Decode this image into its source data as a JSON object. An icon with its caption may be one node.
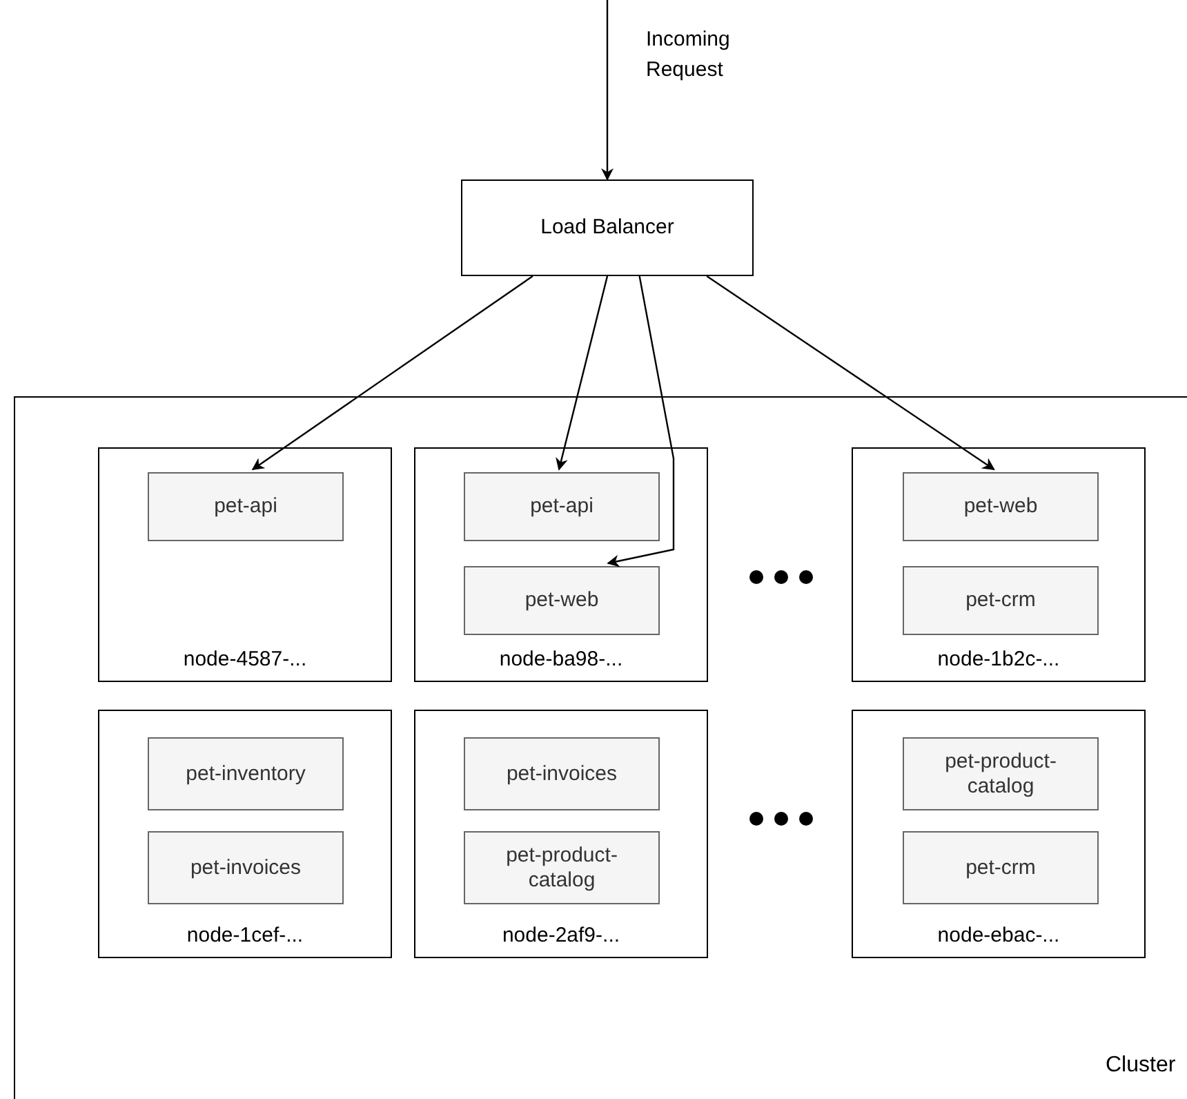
{
  "diagram": {
    "nodes": [
      {
        "text": [
          "Load Balancer"
        ]
      },
      {
        "text": [
          "Cluster"
        ]
      },
      {
        "text": [
          "node-4587-..."
        ],
        "in": 1
      },
      {
        "text": [
          "pet-api"
        ],
        "in": 2
      },
      {
        "text": [
          "node-ba98-..."
        ],
        "in": 1
      },
      {
        "text": [
          "pet-api"
        ],
        "in": 4
      },
      {
        "text": [
          "pet-web"
        ],
        "in": 4
      },
      {
        "text": [
          "node-1b2c-..."
        ],
        "in": 1
      },
      {
        "text": [
          "pet-web"
        ],
        "in": 7
      },
      {
        "text": [
          "pet-crm"
        ],
        "in": 7
      },
      {
        "text": [
          "node-1cef-..."
        ],
        "in": 1
      },
      {
        "text": [
          "pet-inventory"
        ],
        "in": 10
      },
      {
        "text": [
          "pet-invoices"
        ],
        "in": 10
      },
      {
        "text": [
          "node-2af9-..."
        ],
        "in": 1
      },
      {
        "text": [
          "pet-invoices"
        ],
        "in": 13
      },
      {
        "text": [
          "pet-product-catalog"
        ],
        "in": 13
      },
      {
        "text": [
          "node-ebac-..."
        ],
        "in": 1
      },
      {
        "text": [
          "pet-product-catalog"
        ],
        "in": 16
      },
      {
        "text": [
          "pet-crm"
        ],
        "in": 16
      }
    ],
    "edges": [
      {
        "from": null,
        "to": 0,
        "arrow": "to",
        "label": "Incoming Request"
      },
      {
        "from": 0,
        "to": 3,
        "arrow": "to"
      },
      {
        "from": 0,
        "to": 5,
        "arrow": "to"
      },
      {
        "from": 0,
        "to": 6,
        "arrow": "to"
      },
      {
        "from": 0,
        "to": 8,
        "arrow": "to"
      }
    ]
  }
}
